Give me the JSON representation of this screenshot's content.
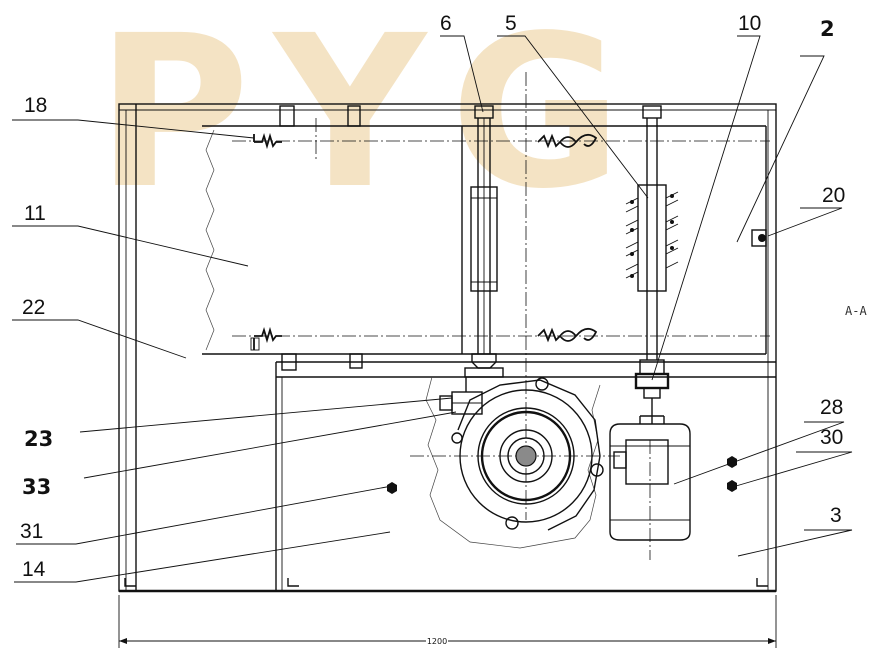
{
  "drawing": {
    "section_label": "A-A",
    "overall_dimension": "1200",
    "watermark_text": "PYG",
    "watermark_color": "#f4e3c4",
    "line_color": "#111111"
  },
  "callouts": [
    {
      "id": "c6",
      "text": "6",
      "bold": false
    },
    {
      "id": "c5",
      "text": "5",
      "bold": false
    },
    {
      "id": "c10",
      "text": "10",
      "bold": false
    },
    {
      "id": "c2",
      "text": "2",
      "bold": true
    },
    {
      "id": "c18",
      "text": "18",
      "bold": false
    },
    {
      "id": "c20",
      "text": "20",
      "bold": false
    },
    {
      "id": "c11",
      "text": "11",
      "bold": false
    },
    {
      "id": "c22",
      "text": "22",
      "bold": false
    },
    {
      "id": "c23",
      "text": "23",
      "bold": true
    },
    {
      "id": "c33",
      "text": "33",
      "bold": true
    },
    {
      "id": "c28",
      "text": "28",
      "bold": false
    },
    {
      "id": "c30",
      "text": "30",
      "bold": false
    },
    {
      "id": "c31",
      "text": "31",
      "bold": false
    },
    {
      "id": "c3",
      "text": "3",
      "bold": false
    },
    {
      "id": "c14",
      "text": "14",
      "bold": false
    }
  ]
}
